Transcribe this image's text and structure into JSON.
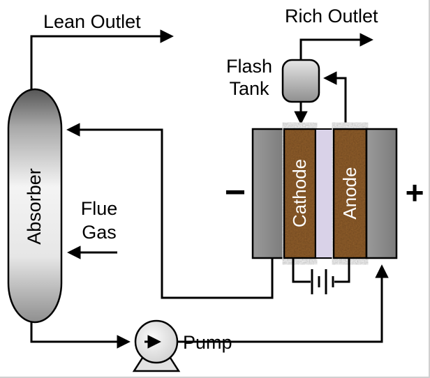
{
  "diagram": {
    "title": "CO2 capture absorber with electrochemical regeneration cell - process flow diagram",
    "labels": {
      "lean_outlet": "Lean Outlet",
      "rich_outlet": "Rich Outlet",
      "flash_tank_line1": "Flash",
      "flash_tank_line2": "Tank",
      "absorber": "Absorber",
      "flue_gas_line1": "Flue",
      "flue_gas_line2": "Gas",
      "pump": "Pump",
      "cathode": "Cathode",
      "anode": "Anode",
      "minus_sign": "−",
      "plus_sign": "+"
    },
    "colors": {
      "electrode_plate": "#8a8a8a",
      "porous_electrode_brown": "#96622d",
      "membrane": "#d9d2e8",
      "vessel_light": "#f2f2f2",
      "vessel_dark": "#5f5f5f",
      "line": "#000000"
    }
  }
}
